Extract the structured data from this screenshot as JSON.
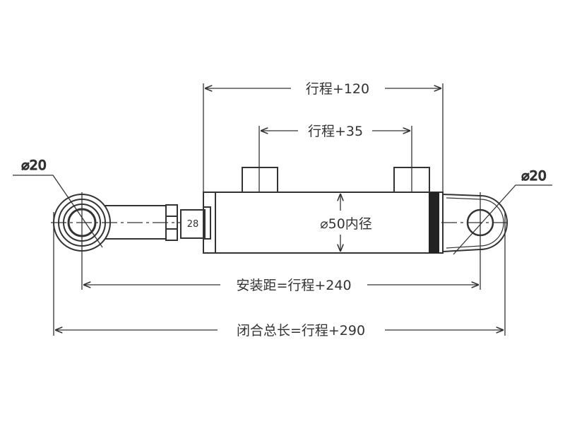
{
  "diagram": {
    "title": "Hydraulic cylinder dimension drawing",
    "dimensions": {
      "stroke_plus_120": "行程+120",
      "stroke_plus_35": "行程+35",
      "bore": "⌀50内径",
      "left_eye_diameter": "⌀20",
      "right_eye_diameter": "⌀20",
      "rod_size": "28",
      "mounting_distance": "安装距=行程+240",
      "closed_length": "闭合总长=行程+290"
    },
    "colors": {
      "line": "#333333",
      "background": "#ffffff",
      "band": "#222222"
    }
  }
}
